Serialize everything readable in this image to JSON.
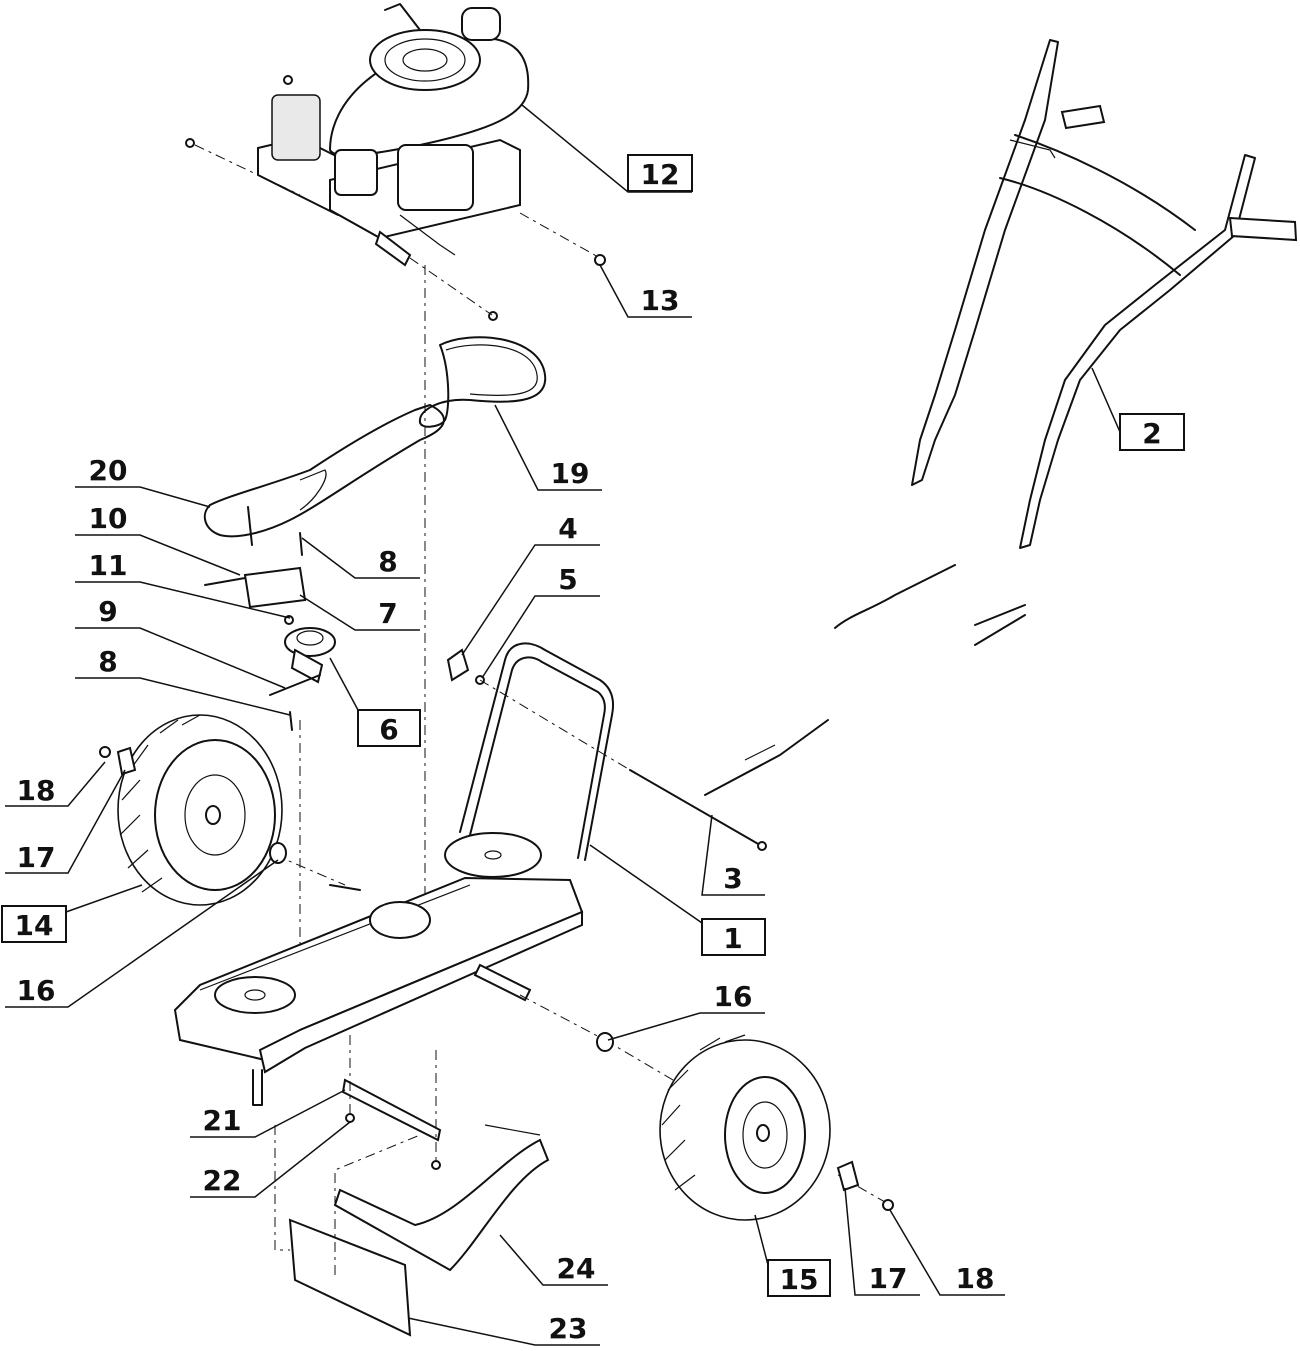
{
  "callouts": [
    {
      "text": "12",
      "boxed": true
    },
    {
      "text": "13",
      "boxed": false
    },
    {
      "text": "2",
      "boxed": true
    },
    {
      "text": "19",
      "boxed": false
    },
    {
      "text": "20",
      "boxed": false
    },
    {
      "text": "10",
      "boxed": false
    },
    {
      "text": "8",
      "boxed": false
    },
    {
      "text": "11",
      "boxed": false
    },
    {
      "text": "7",
      "boxed": false
    },
    {
      "text": "9",
      "boxed": false
    },
    {
      "text": "6",
      "boxed": true
    },
    {
      "text": "8",
      "boxed": false
    },
    {
      "text": "4",
      "boxed": false
    },
    {
      "text": "5",
      "boxed": false
    },
    {
      "text": "18",
      "boxed": false
    },
    {
      "text": "17",
      "boxed": false
    },
    {
      "text": "14",
      "boxed": true
    },
    {
      "text": "16",
      "boxed": false
    },
    {
      "text": "3",
      "boxed": false
    },
    {
      "text": "1",
      "boxed": true
    },
    {
      "text": "16",
      "boxed": false
    },
    {
      "text": "21",
      "boxed": false
    },
    {
      "text": "22",
      "boxed": false
    },
    {
      "text": "24",
      "boxed": false
    },
    {
      "text": "15",
      "boxed": true
    },
    {
      "text": "17",
      "boxed": false
    },
    {
      "text": "18",
      "boxed": false
    },
    {
      "text": "23",
      "boxed": false
    }
  ]
}
